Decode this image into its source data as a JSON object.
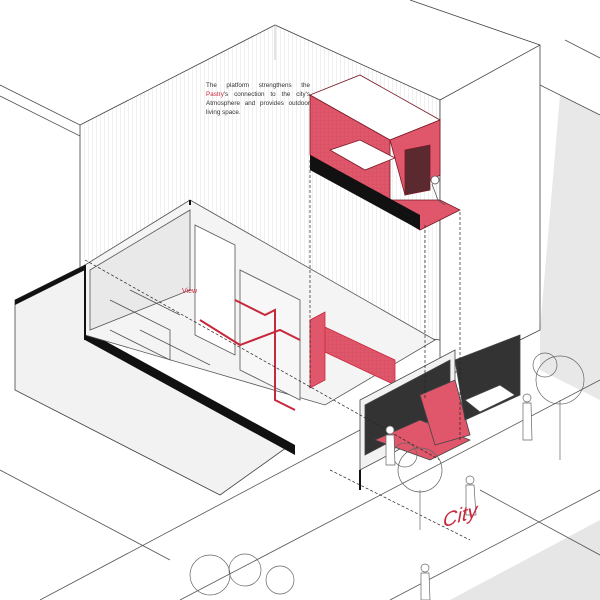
{
  "annotation": {
    "text_before": "The platform strengthens the ",
    "highlight": "Pastry",
    "text_after": "'s connection to the city's Atmosphere and provides outdoor living space."
  },
  "labels": {
    "view": "View",
    "city": "City"
  },
  "colors": {
    "accent_red": "#e0566a",
    "dark_red": "#c8283c",
    "line": "#333333",
    "shadow": "#1a1a1a",
    "ground": "#e6e6e6"
  }
}
